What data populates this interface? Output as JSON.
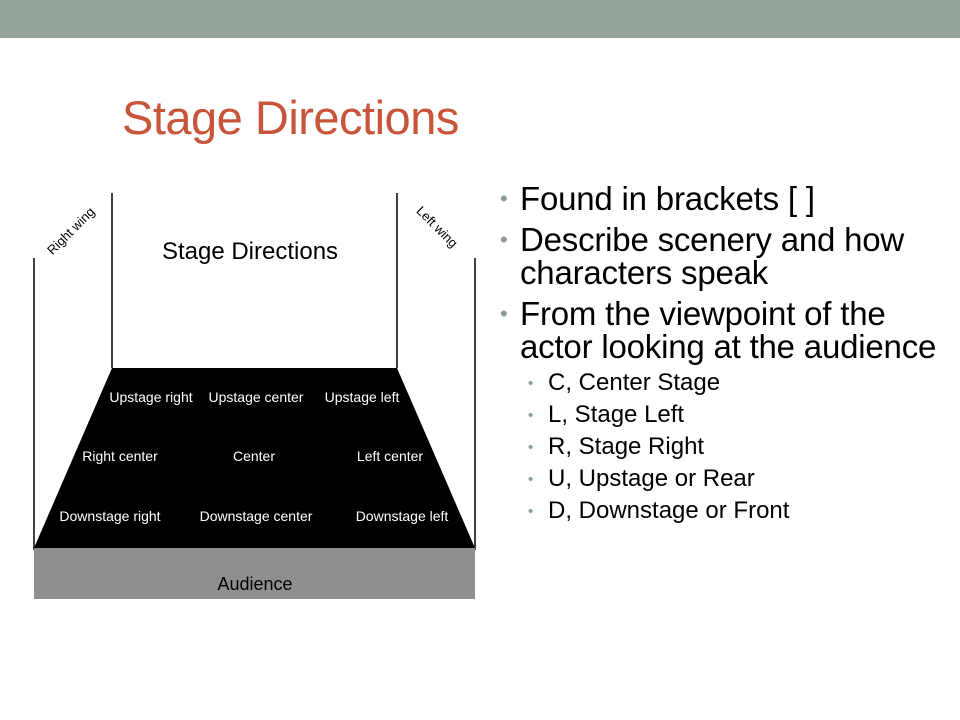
{
  "slide": {
    "title": "Stage Directions",
    "title_color": "#c8553a",
    "top_bar_color": "#95a49a"
  },
  "diagram": {
    "heading": "Stage Directions",
    "right_wing": "Right wing",
    "left_wing": "Left wing",
    "stage_color": "#000000",
    "audience_color": "#8f8f8f",
    "cells": [
      [
        "Upstage right",
        "Upstage center",
        "Upstage left"
      ],
      [
        "Right center",
        "Center",
        "Left center"
      ],
      [
        "Downstage right",
        "Downstage center",
        "Downstage left"
      ]
    ],
    "audience": "Audience"
  },
  "bullets": [
    {
      "level": 1,
      "text": "Found in brackets [   ]"
    },
    {
      "level": 1,
      "text": "Describe scenery and how characters speak"
    },
    {
      "level": 1,
      "text": "From the viewpoint of the actor looking at the audience"
    },
    {
      "level": 2,
      "text": "C, Center Stage"
    },
    {
      "level": 2,
      "text": "L, Stage Left"
    },
    {
      "level": 2,
      "text": "R, Stage Right"
    },
    {
      "level": 2,
      "text": "U, Upstage or Rear"
    },
    {
      "level": 2,
      "text": "D, Downstage or Front"
    }
  ]
}
